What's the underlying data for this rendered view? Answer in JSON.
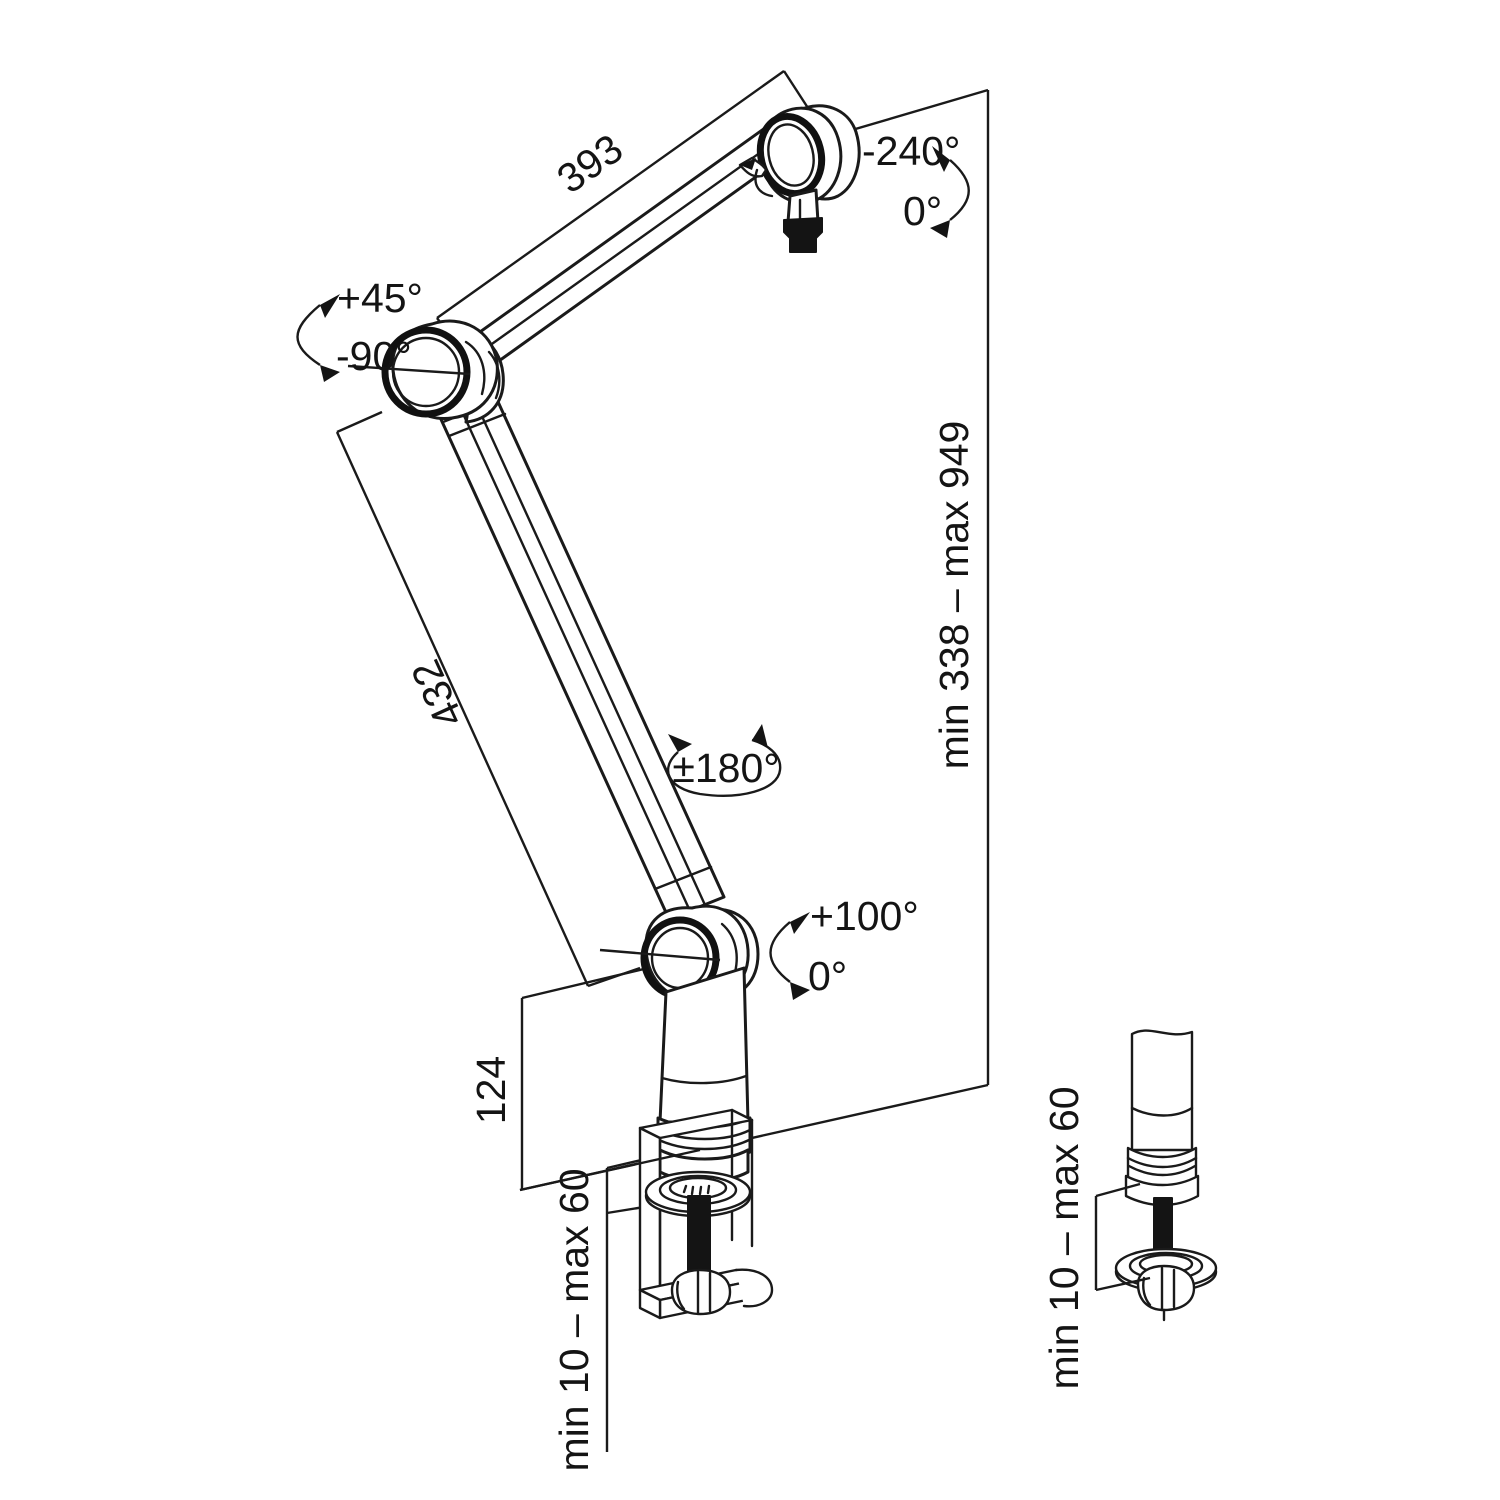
{
  "drawing": {
    "type": "technical-dimension-drawing",
    "subject": "microphone boom arm with desk clamp and grommet mount",
    "units": "mm",
    "line_color": "#1a1a1a",
    "background_color": "#ffffff"
  },
  "dimensions": {
    "upper_arm_length": "393",
    "lower_arm_length": "432",
    "base_riser_height": "124",
    "total_height_range": "min 338 – max 949",
    "clamp_thickness_range": "min 10 – max 60",
    "grommet_thickness_range": "min 10 – max 60"
  },
  "angles": {
    "mic_joint_max": "-240°",
    "mic_joint_min": "0°",
    "elbow_joint_max": "+45°",
    "elbow_joint_min": "-90°",
    "arm_rotation": "±180°",
    "base_joint_max": "+100°",
    "base_joint_min": "0°"
  },
  "views": {
    "main_view_label": "",
    "detail_view_label": ""
  }
}
